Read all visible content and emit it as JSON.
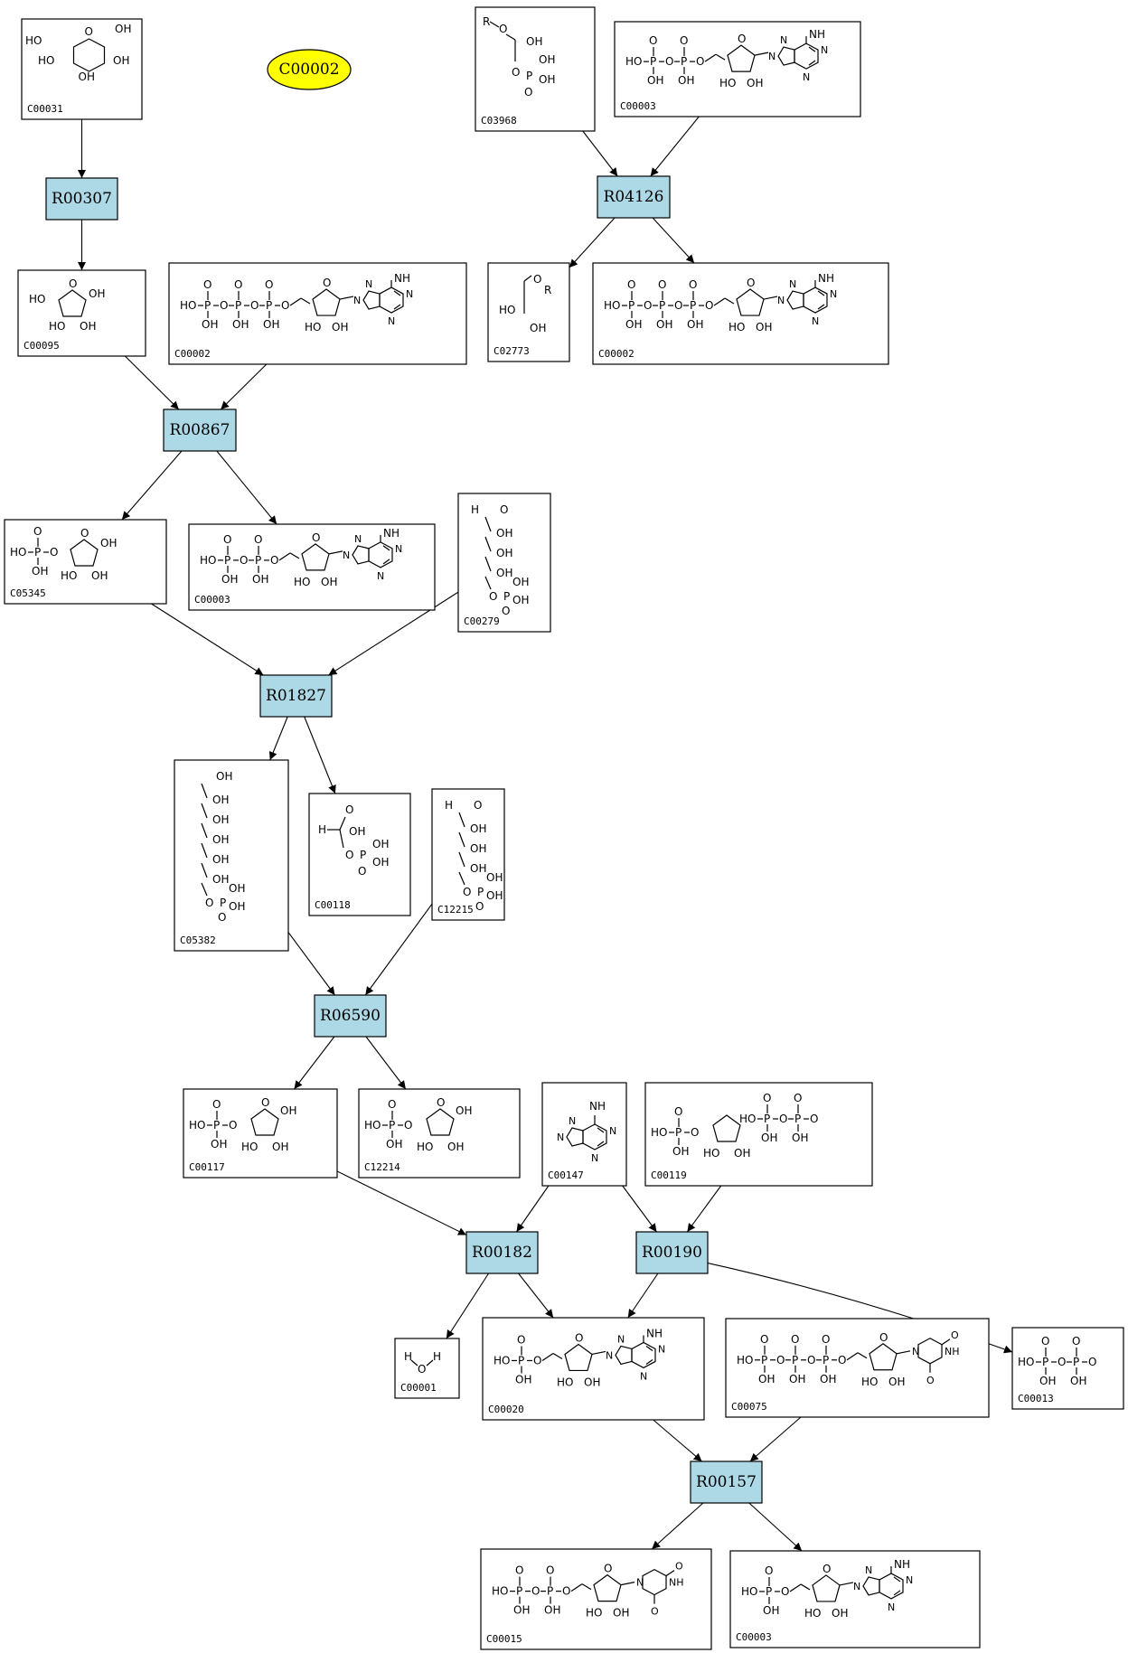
{
  "colors": {
    "reaction_fill": "#add8e6",
    "highlight_fill": "#ffff00",
    "line": "#000000"
  },
  "highlight": {
    "label": "C00002"
  },
  "reactions": [
    "R00307",
    "R04126",
    "R00867",
    "R01827",
    "R06590",
    "R00182",
    "R00190",
    "R00157"
  ],
  "compounds": [
    "C00031",
    "C03968",
    "C00003",
    "C00095",
    "C00002",
    "C02773",
    "C00002",
    "C05345",
    "C00003",
    "C00279",
    "C05382",
    "C00118",
    "C12215",
    "C00117",
    "C12214",
    "C00147",
    "C00119",
    "C00001",
    "C00020",
    "C00075",
    "C00013",
    "C00015",
    "C00003"
  ]
}
